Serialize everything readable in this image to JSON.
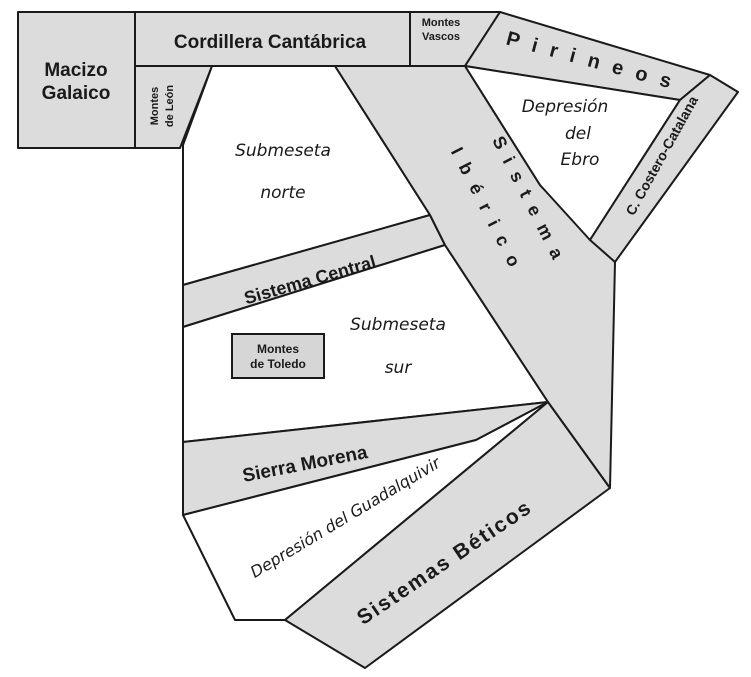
{
  "colors": {
    "shaded": "#dcdcdc",
    "white": "#ffffff",
    "line": "#1a1a1a"
  },
  "regions": {
    "macizo_galaico": [
      "Macizo",
      "Galaico"
    ],
    "cordillera_cantabrica": "Cordillera Cantábrica",
    "montes_vascos": [
      "Montes",
      "Vascos"
    ],
    "pirineos": "Pirineos",
    "montes_de_leon": [
      "Montes",
      "de León"
    ],
    "depresion_ebro": [
      "Depresión",
      "del",
      "Ebro"
    ],
    "costero_catalana": "C. Costero-Catalana",
    "sistema_iberico": [
      "Sistema",
      "Ibérico"
    ],
    "submeseta_norte": [
      "Submeseta",
      "norte"
    ],
    "sistema_central": "Sistema Central",
    "submeseta_sur": [
      "Submeseta",
      "sur"
    ],
    "montes_de_toledo": [
      "Montes",
      "de Toledo"
    ],
    "sierra_morena": "Sierra Morena",
    "depresion_guadalquivir": "Depresión del Guadalquivir",
    "sistemas_beticos": "Sistemas Béticos"
  }
}
